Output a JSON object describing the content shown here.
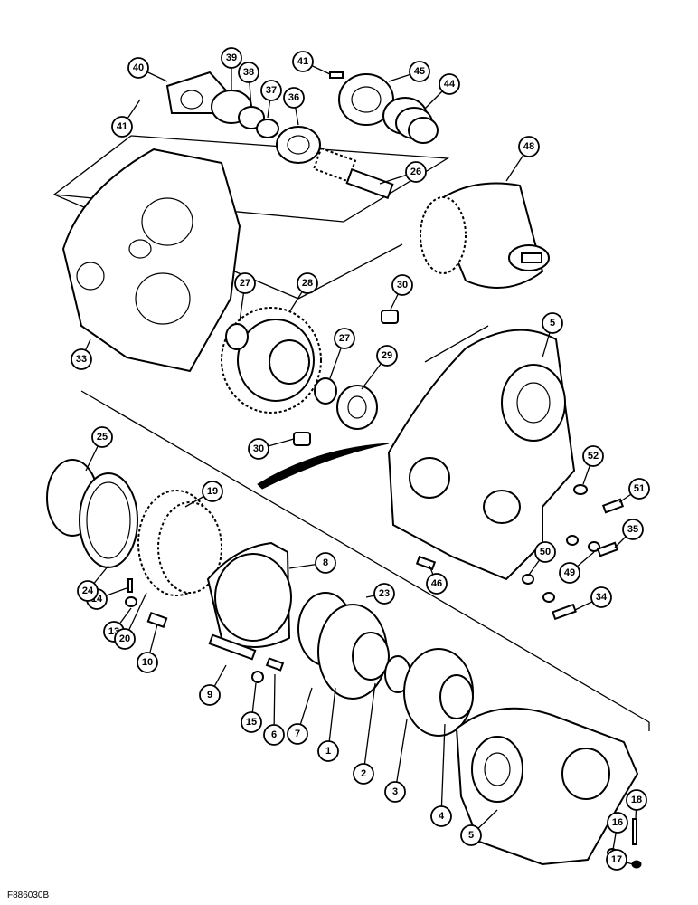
{
  "figure_code": "F886030B",
  "callouts": [
    "1",
    "2",
    "3",
    "4",
    "5",
    "5",
    "6",
    "7",
    "8",
    "9",
    "10",
    "13",
    "14",
    "15",
    "16",
    "17",
    "18",
    "19",
    "20",
    "23",
    "24",
    "25",
    "26",
    "27",
    "27",
    "28",
    "29",
    "30",
    "30",
    "33",
    "34",
    "35",
    "36",
    "37",
    "38",
    "39",
    "40",
    "41",
    "41",
    "44",
    "45",
    "46",
    "48",
    "49",
    "50",
    "51",
    "52"
  ]
}
